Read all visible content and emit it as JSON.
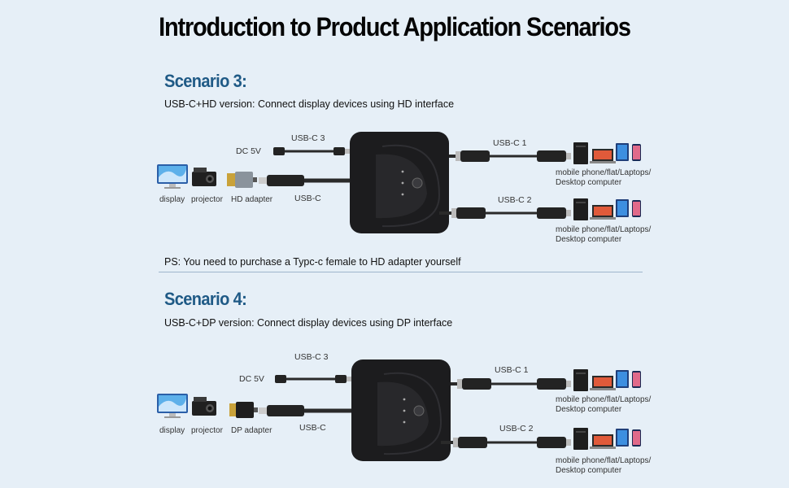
{
  "title": "Introduction to Product Application Scenarios",
  "scenario3": {
    "title": "Scenario 3:",
    "description": "USB-C+HD version: Connect display devices using HD interface",
    "labels": {
      "usbc3": "USB-C 3",
      "dc5v": "DC 5V",
      "usbc1": "USB-C 1",
      "usbc2": "USB-C 2",
      "usbc": "USB-C",
      "display": "display",
      "projector": "projector",
      "adapter": "HD adapter",
      "devices1_line1": "mobile phone/flat/Laptops/",
      "devices1_line2": "Desktop computer",
      "devices2_line1": "mobile phone/flat/Laptops/",
      "devices2_line2": "Desktop computer"
    },
    "note": "PS: You need to purchase a Typc-c female to HD adapter yourself"
  },
  "scenario4": {
    "title": "Scenario 4:",
    "description": "USB-C+DP version: Connect display devices using DP interface",
    "labels": {
      "usbc3": "USB-C 3",
      "dc5v": "DC 5V",
      "usbc1": "USB-C 1",
      "usbc2": "USB-C 2",
      "usbc": "USB-C",
      "display": "display",
      "projector": "projector",
      "adapter": "DP adapter",
      "devices1_line1": "mobile phone/flat/Laptops/",
      "devices1_line2": "Desktop computer",
      "devices2_line1": "mobile phone/flat/Laptops/",
      "devices2_line2": "Desktop computer"
    }
  },
  "colors": {
    "background": "#e6eff7",
    "scenario_title": "#1f5a86",
    "hub_body": "#1c1c1e",
    "cable": "#2a2a2a"
  },
  "icons": [
    "display-icon",
    "projector-icon",
    "hd-adapter-icon",
    "dp-adapter-icon",
    "usb-switch-hub-icon",
    "desktop-computer-icon",
    "laptop-icon",
    "tablet-icon",
    "mobile-phone-icon"
  ]
}
